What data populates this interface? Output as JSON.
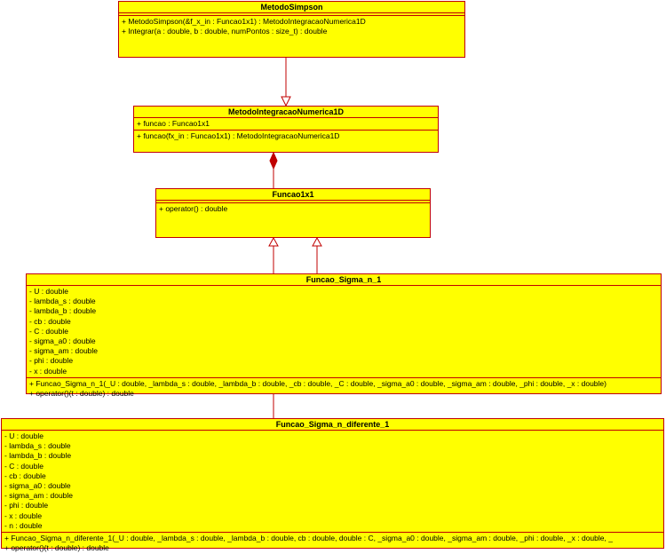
{
  "colors": {
    "fill": "#ffff00",
    "border": "#c00000"
  },
  "classes": {
    "simpson": {
      "name": "MetodoSimpson",
      "attributes": [],
      "operations": [
        "+ MetodoSimpson(&f_x_in : Funcao1x1) : MetodoIntegracaoNumerica1D",
        "+ Integrar(a : double, b : double, numPontos : size_t) : double"
      ]
    },
    "integracao": {
      "name": "MetodoIntegracaoNumerica1D",
      "attributes": [
        "+ funcao : Funcao1x1"
      ],
      "operations": [
        "+ funcao(fx_in : Funcao1x1) : MetodoIntegracaoNumerica1D"
      ]
    },
    "funcao": {
      "name": "Funcao1x1",
      "attributes": [],
      "operations": [
        "+ operator() : double"
      ]
    },
    "sigma1": {
      "name": "Funcao_Sigma_n_1",
      "attributes": [
        "- U : double",
        "- lambda_s : double",
        "- lambda_b : double",
        "- cb : double",
        "- C : double",
        "- sigma_a0 : double",
        "- sigma_am : double",
        "- phi : double",
        "- x : double"
      ],
      "operations": [
        "+ Funcao_Sigma_n_1(_U : double, _lambda_s : double, _lambda_b : double, _cb : double, _C : double, _sigma_a0 : double, _sigma_am : double, _phi : double, _x : double)",
        "+ operator()(t : double) : double"
      ]
    },
    "sigma_dif": {
      "name": "Funcao_Sigma_n_diferente_1",
      "attributes": [
        "- U : double",
        "- lambda_s : double",
        "- lambda_b : double",
        "- C : double",
        "- cb : double",
        "- sigma_a0 : double",
        "- sigma_am : double",
        "- phi : double",
        "- x : double",
        "- n : double"
      ],
      "operations": [
        "+ Funcao_Sigma_n_diferente_1(_U : double, _lambda_s : double, _lambda_b : double, cb : double, double : C, _sigma_a0 : double, _sigma_am : double, _phi : double, _x : double, _",
        "+ operator()(t : double) : double"
      ]
    }
  },
  "relations": [
    {
      "from": "simpson",
      "to": "integracao",
      "kind": "generalization"
    },
    {
      "from": "integracao",
      "to": "funcao",
      "kind": "composition"
    },
    {
      "from": "sigma1",
      "to": "funcao",
      "kind": "generalization"
    },
    {
      "from": "sigma_dif",
      "to": "funcao",
      "kind": "generalization"
    }
  ]
}
